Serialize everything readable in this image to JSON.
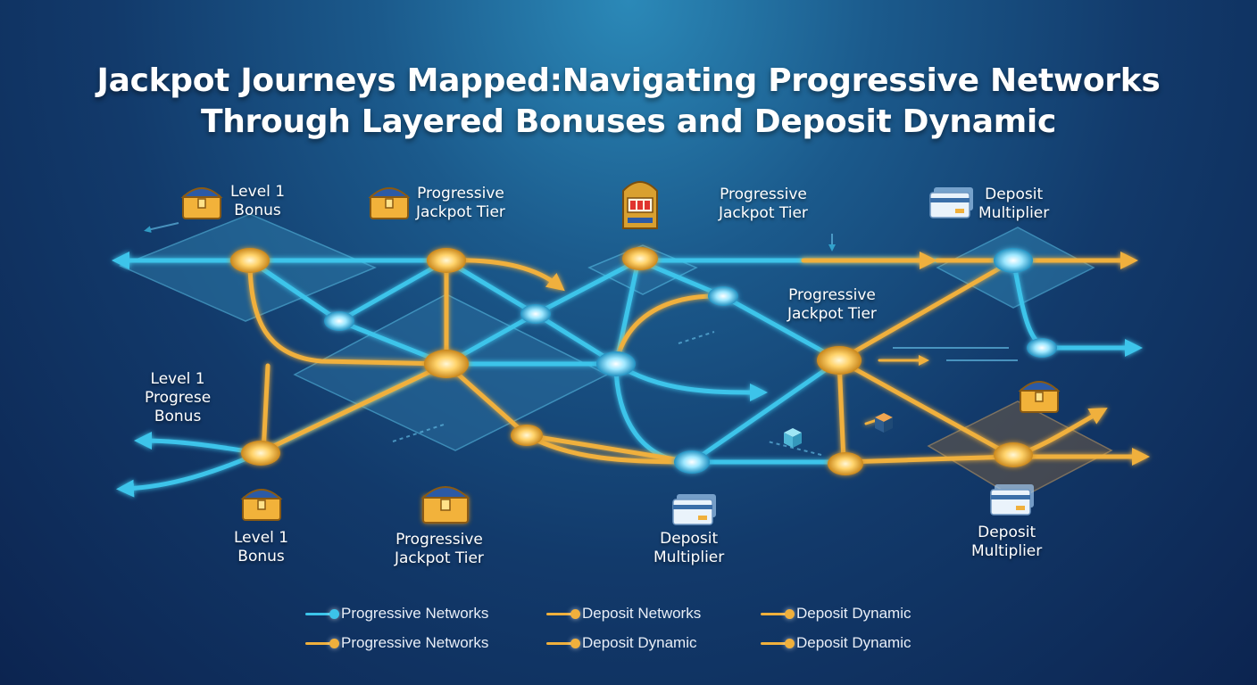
{
  "title": {
    "line1": "Jackpot Journeys Mapped:Navigating Progressive Networks",
    "line2": "Through Layered Bonuses and Deposit Dynamic"
  },
  "colors": {
    "blue": "#3cc4ea",
    "gold": "#f0b03c",
    "background": "#123a6b"
  },
  "labels": {
    "l1_top": {
      "line1": "Level 1",
      "line2": "Bonus"
    },
    "prog_top_left": {
      "line1": "Progressive",
      "line2": "Jackpot Tier"
    },
    "prog_top_mid": {
      "line1": "Progressive",
      "line2": "Jackpot Tier"
    },
    "deposit_top_right": {
      "line1": "Deposit",
      "line2": "Multiplier"
    },
    "prog_mid_right": {
      "line1": "Progressive",
      "line2": "Jackpot Tier"
    },
    "l1_progrese": {
      "line1": "Level 1",
      "line2": "Progrese",
      "line3": "Bonus"
    },
    "l1_bottom": {
      "line1": "Level 1",
      "line2": "Bonus"
    },
    "prog_bottom": {
      "line1": "Progressive",
      "line2": "Jackpot Tier"
    },
    "deposit_bottom_mid": {
      "line1": "Deposit",
      "line2": "Multiplier"
    },
    "deposit_bottom_right": {
      "line1": "Deposit",
      "line2": "Multiplier"
    }
  },
  "icons": [
    "treasure-chest-icon",
    "slot-machine-icon",
    "credit-card-icon",
    "cube-icon"
  ],
  "legend": [
    {
      "label": "Progressive Networks",
      "color": "#3cc4ea"
    },
    {
      "label": "Deposit Networks",
      "color": "#f0b03c"
    },
    {
      "label": "Deposit Dynamic",
      "color": "#f0b03c"
    },
    {
      "label": "Progressive Networks",
      "color": "#f0b03c"
    },
    {
      "label": "Deposit Dynamic",
      "color": "#f0b03c"
    },
    {
      "label": "Deposit Dynamic",
      "color": "#f0b03c"
    }
  ]
}
